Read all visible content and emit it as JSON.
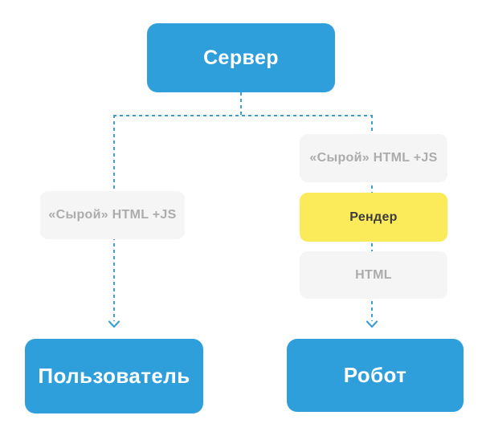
{
  "diagram": {
    "nodes": {
      "server": {
        "label": "Сервер"
      },
      "raw_left": {
        "label": "«Сырой» HTML +JS"
      },
      "raw_right": {
        "label": "«Сырой» HTML +JS"
      },
      "render": {
        "label": "Рендер"
      },
      "html": {
        "label": "HTML"
      },
      "user": {
        "label": "Пользователь"
      },
      "robot": {
        "label": "Робот"
      }
    },
    "colors": {
      "blue": "#2E9FDB",
      "yellow": "#FBEB5B",
      "gray_bg": "#F5F5F6",
      "gray_text": "#ACACAC",
      "dark_text": "#3C3C3C",
      "line": "#3FA0D4"
    }
  }
}
